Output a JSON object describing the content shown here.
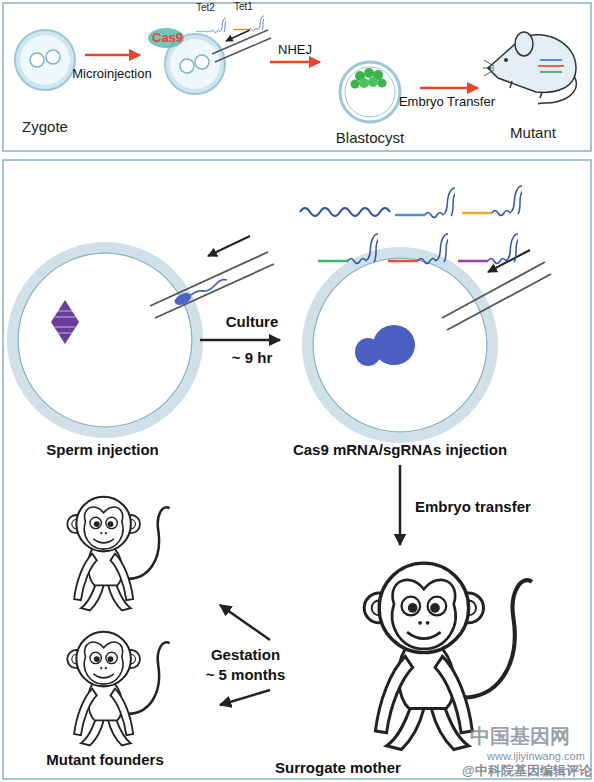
{
  "diagram": {
    "nodes": [
      {
        "text": [
          "Zygote"
        ]
      },
      {
        "text": [
          "Cas9",
          "Tet2",
          "Tet1"
        ]
      },
      {
        "text": [
          "Blastocyst"
        ]
      },
      {
        "text": [
          "Mutant"
        ]
      },
      {
        "text": [
          "Sperm injection"
        ]
      },
      {
        "text": [
          "Cas9 mRNA/sgRNAs injection"
        ]
      },
      {
        "text": [
          "Surrogate mother"
        ]
      },
      {
        "text": [
          "Mutant founders"
        ]
      }
    ],
    "edges": [
      {
        "from": 0,
        "to": 1,
        "label": "Microinjection",
        "arrow": "to"
      },
      {
        "from": 1,
        "to": 2,
        "label": "NHEJ",
        "arrow": "to"
      },
      {
        "from": 2,
        "to": 3,
        "label": "Embryo Transfer",
        "arrow": "to"
      },
      {
        "from": 4,
        "to": 5,
        "label": "Culture ~ 9 hr",
        "arrow": "to"
      },
      {
        "from": 5,
        "to": 6,
        "label": "Embryo transfer",
        "arrow": "to"
      },
      {
        "from": 6,
        "to": 7,
        "label": "Gestation ~ 5 months",
        "arrow": "to"
      },
      {
        "from": 6,
        "to": 7,
        "arrow": "to"
      }
    ],
    "labels": [
      "中国基因网",
      "www.ijiyinwang.com",
      "@中科院基因编辑评论"
    ]
  }
}
